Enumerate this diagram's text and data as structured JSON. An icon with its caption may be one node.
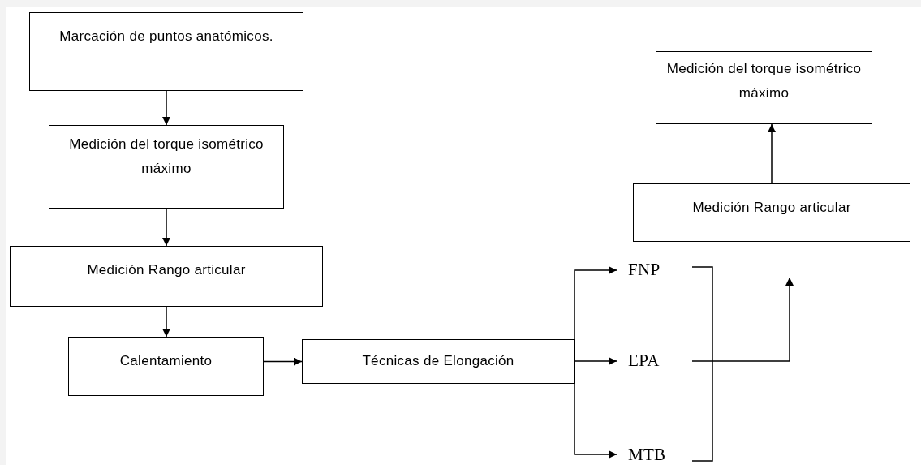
{
  "diagram": {
    "nodes": [
      {
        "text": [
          "Marcación de puntos anatómicos."
        ]
      },
      {
        "text": [
          "Medición del torque isométrico máximo"
        ]
      },
      {
        "text": [
          "Medición Rango articular"
        ]
      },
      {
        "text": [
          "Calentamiento"
        ]
      },
      {
        "text": [
          "Técnicas de Elongación"
        ]
      },
      {
        "text": [
          "FNP"
        ]
      },
      {
        "text": [
          "EPA"
        ]
      },
      {
        "text": [
          "MTB"
        ]
      },
      {
        "text": [
          "Medición Rango articular"
        ]
      },
      {
        "text": [
          "Medición del torque isométrico máximo"
        ]
      }
    ],
    "edges": [
      {
        "from": 0,
        "to": 1,
        "arrow": "to"
      },
      {
        "from": 1,
        "to": 2,
        "arrow": "to"
      },
      {
        "from": 2,
        "to": 3,
        "arrow": "to"
      },
      {
        "from": 3,
        "to": 4,
        "arrow": "to"
      },
      {
        "from": 4,
        "to": 5,
        "arrow": "to"
      },
      {
        "from": 4,
        "to": 6,
        "arrow": "to"
      },
      {
        "from": 4,
        "to": 7,
        "arrow": "to"
      },
      {
        "from": 6,
        "to": null,
        "arrow": "to"
      },
      {
        "from": 8,
        "to": 9,
        "arrow": "to"
      }
    ]
  }
}
